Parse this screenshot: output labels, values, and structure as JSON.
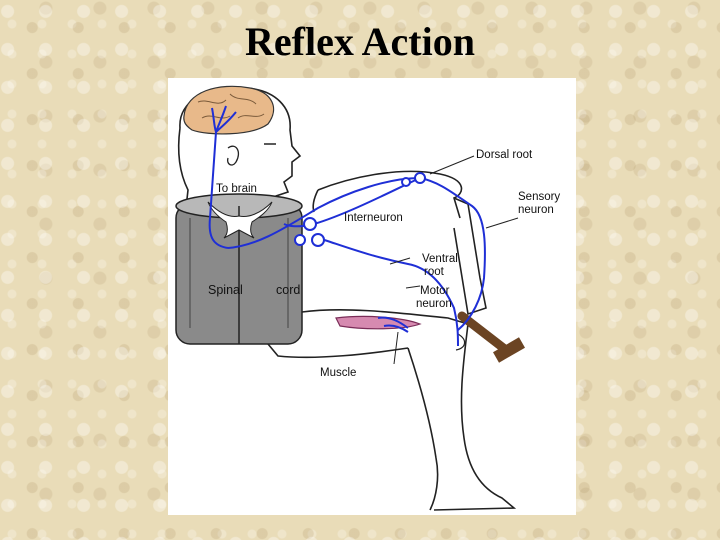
{
  "title": "Reflex Action",
  "labels": {
    "dorsal_root": "Dorsal root",
    "sensory_line1": "Sensory",
    "sensory_line2": "neuron",
    "to_brain": "To brain",
    "interneuron": "Interneuron",
    "ventral_line1": "Ventral",
    "ventral_line2": "root",
    "motor_line1": "Motor",
    "motor_line2": "neuron",
    "spinal": "Spinal",
    "cord": "cord",
    "muscle": "Muscle"
  },
  "colors": {
    "nerve": "#1f2fd6",
    "brain": "#e8b98a",
    "spinal_cord": "#8a8a8a",
    "muscle": "#d68ab0",
    "hammer": "#6b4423"
  }
}
